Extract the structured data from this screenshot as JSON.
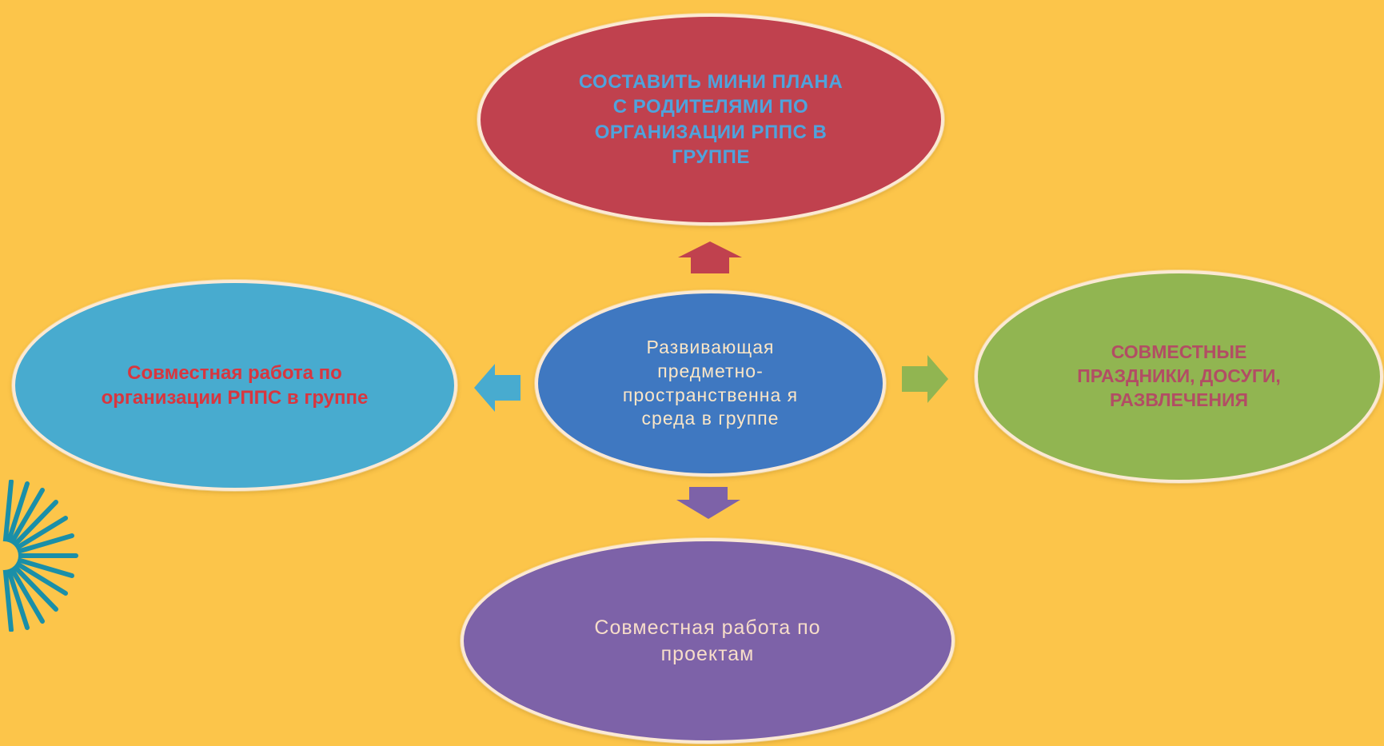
{
  "diagram": {
    "center": {
      "label": "Развивающая предметно- пространственна я среда в группе"
    },
    "top": {
      "label": "СОСТАВИТЬ МИНИ ПЛАНА С РОДИТЕЛЯМИ ПО ОРГАНИЗАЦИИ РППС В ГРУППЕ"
    },
    "left": {
      "label": "Совместная работа по организации РППС в группе"
    },
    "right": {
      "label": "СОВМЕСТНЫЕ ПРАЗДНИКИ, ДОСУГИ, РАЗВЛЕЧЕНИЯ"
    },
    "bottom": {
      "label": "Совместная работа по проектам"
    }
  },
  "colors": {
    "background": "#fcc54a",
    "top": "#c0414e",
    "left": "#48abcf",
    "center": "#3f78c1",
    "right": "#91b551",
    "bottom": "#7d62a8"
  },
  "decoration": {
    "icon": "starburst-icon",
    "color": "#1a8fa8"
  }
}
